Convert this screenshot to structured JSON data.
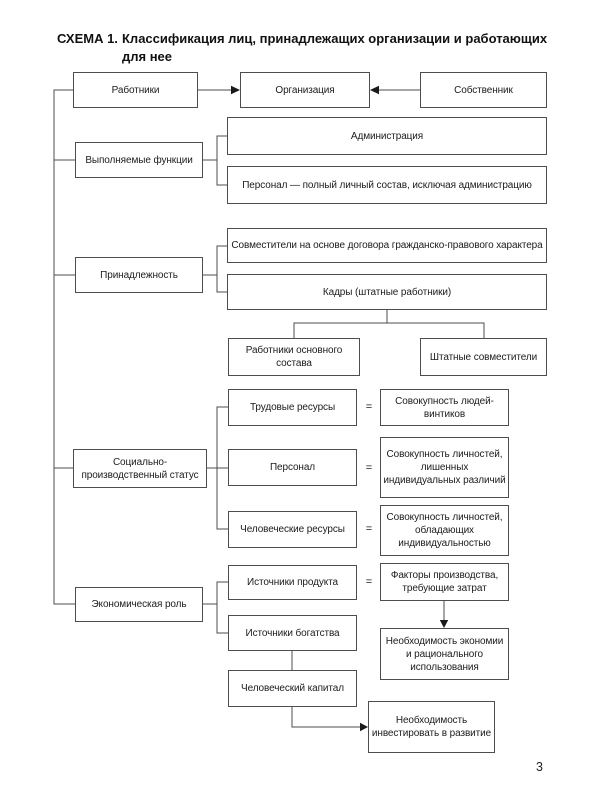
{
  "page": {
    "schema_label": "СХЕМА 1.",
    "title": "Классификация лиц, принадлежащих организации и работающих для нее",
    "page_number": "3"
  },
  "symbols": {
    "equals": "="
  },
  "top_row": {
    "rabotniki": "Работники",
    "organizatsiya": "Организация",
    "sobstvennik": "Собственник"
  },
  "sections": {
    "functions": {
      "category": "Выполняемые функции",
      "administratsiya": "Администрация",
      "personal": "Персонал — полный личный состав, исключая администрацию"
    },
    "affiliation": {
      "category": "Принадлежность",
      "sovmestiteli": "Совместители на основе договора гражданско-правового характера",
      "kadry": "Кадры (штатные работники)",
      "rabotniki_osnovnogo_sostava": "Работники основного состава",
      "shtatnye_sovmestiteli": "Штатные совместители"
    },
    "status": {
      "category": "Социально-производственный статус",
      "trudovye_resursy": "Трудовые ресурсы",
      "trudovye_def": "Совокупность людей-винтиков",
      "personal": "Персонал",
      "personal_def": "Совокупность личностей, лишенных индивидуальных различий",
      "chelovecheskie_resursy": "Человеческие ресурсы",
      "chelovecheskie_def": "Совокупность личностей, обладающих индивидуальностью"
    },
    "economic": {
      "category": "Экономическая роль",
      "istochniki_produkta": "Источники продукта",
      "produkta_def": "Факторы производства, требующие затрат",
      "istochniki_bogatstva": "Источники богатства",
      "bogatstva_def": "Необходимость экономии и рационального использования",
      "chelovecheskij_kapital": "Человеческий капитал",
      "kapital_def": "Необходимость инвестировать в развитие"
    }
  }
}
